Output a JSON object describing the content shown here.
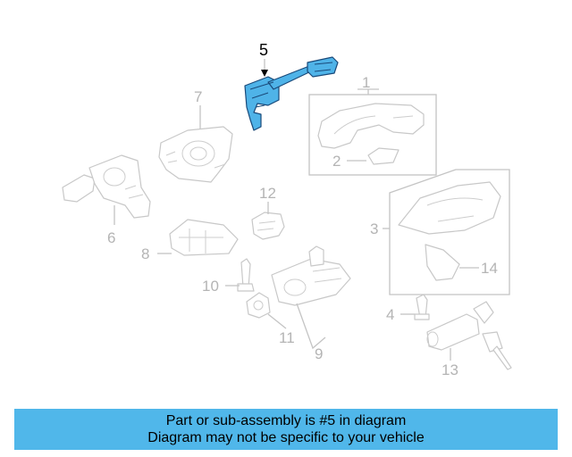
{
  "diagram": {
    "highlight_color": "#4fb3e8",
    "callouts": [
      "1",
      "2",
      "3",
      "4",
      "5",
      "6",
      "7",
      "8",
      "9",
      "10",
      "11",
      "12",
      "13",
      "14"
    ],
    "highlighted_callout": "5"
  },
  "footer": {
    "line1": "Part or sub-assembly is #5 in diagram",
    "line2": "Diagram may not be specific to your vehicle",
    "background_color": "#50b7ea"
  }
}
